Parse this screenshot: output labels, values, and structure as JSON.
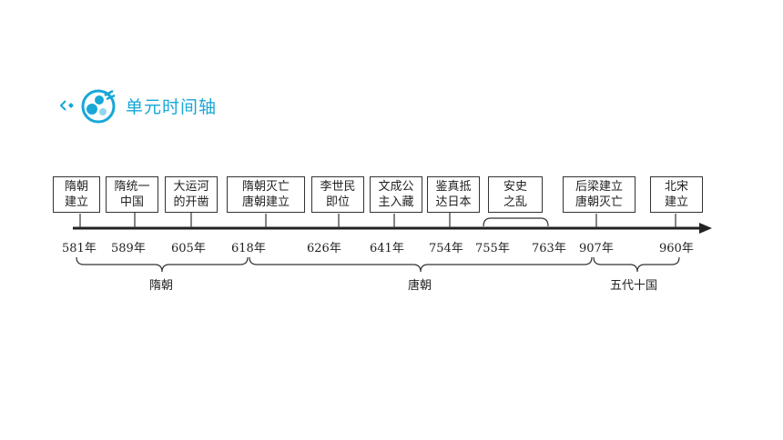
{
  "header": {
    "title": "单元时间轴"
  },
  "events": [
    {
      "line1": "隋朝",
      "line2": "建立"
    },
    {
      "line1": "隋统一",
      "line2": "中国"
    },
    {
      "line1": "大运河",
      "line2": "的开凿"
    },
    {
      "line1": "隋朝灭亡",
      "line2": "唐朝建立"
    },
    {
      "line1": "李世民",
      "line2": "即位"
    },
    {
      "line1": "文成公",
      "line2": "主入藏"
    },
    {
      "line1": "鉴真抵",
      "line2": "达日本"
    },
    {
      "line1": "安史",
      "line2": "之乱"
    },
    {
      "line1": "后梁建立",
      "line2": "唐朝灭亡"
    },
    {
      "line1": "北宋",
      "line2": "建立"
    }
  ],
  "years": [
    "581年",
    "589年",
    "605年",
    "618年",
    "626年",
    "641年",
    "754年",
    "755年",
    "763年",
    "907年",
    "960年"
  ],
  "periods": [
    "隋朝",
    "唐朝",
    "五代十国"
  ],
  "colors": {
    "accent": "#17a7d8",
    "axis": "#222222"
  }
}
